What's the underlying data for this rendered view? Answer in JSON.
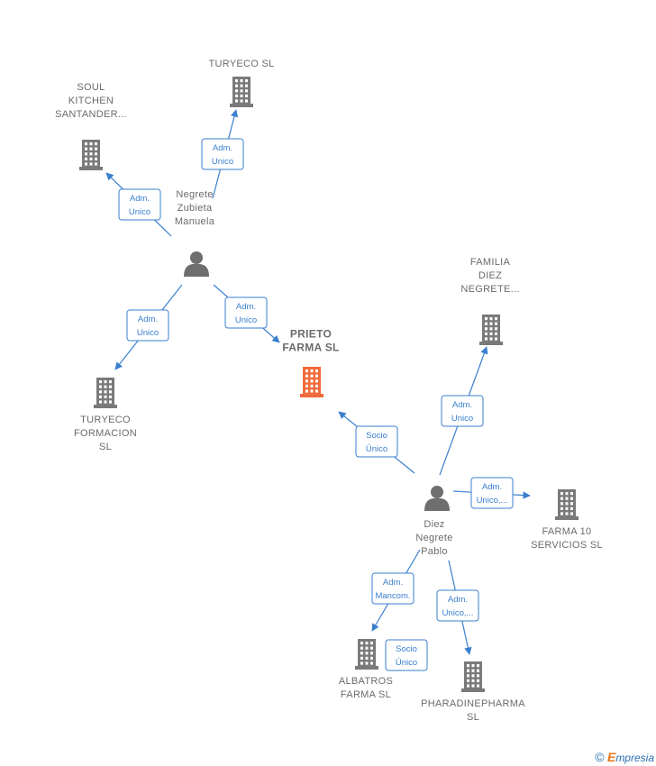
{
  "diagram": {
    "nodes": [
      {
        "id": "turyeco",
        "type": "company",
        "label": [
          "TURYECO SL"
        ],
        "main": false
      },
      {
        "id": "soul",
        "type": "company",
        "label": [
          "SOUL",
          "KITCHEN",
          "SANTANDER..."
        ],
        "main": false
      },
      {
        "id": "negrete",
        "type": "person",
        "label": [
          "Negrete",
          "Zubieta",
          "Manuela"
        ],
        "main": false
      },
      {
        "id": "turyeco_form",
        "type": "company",
        "label": [
          "TURYECO",
          "FORMACION",
          "SL"
        ],
        "main": false
      },
      {
        "id": "prieto",
        "type": "company",
        "label": [
          "PRIETO",
          "FARMA  SL"
        ],
        "main": true
      },
      {
        "id": "familia",
        "type": "company",
        "label": [
          "FAMILIA",
          "DIEZ",
          "NEGRETE..."
        ],
        "main": false
      },
      {
        "id": "diez",
        "type": "person",
        "label": [
          "Diez",
          "Negrete",
          "Pablo"
        ],
        "main": false
      },
      {
        "id": "farma10",
        "type": "company",
        "label": [
          "FARMA 10",
          "SERVICIOS  SL"
        ],
        "main": false
      },
      {
        "id": "albatros",
        "type": "company",
        "label": [
          "ALBATROS",
          "FARMA  SL"
        ],
        "main": false
      },
      {
        "id": "pharadine",
        "type": "company",
        "label": [
          "PHARADINEPHARMA",
          "SL"
        ],
        "main": false
      }
    ],
    "edges": [
      {
        "from": "negrete",
        "to": "turyeco",
        "label": [
          "Adm.",
          "Unico"
        ]
      },
      {
        "from": "negrete",
        "to": "soul",
        "label": [
          "Adm.",
          "Unico"
        ]
      },
      {
        "from": "negrete",
        "to": "turyeco_form",
        "label": [
          "Adm.",
          "Unico"
        ]
      },
      {
        "from": "negrete",
        "to": "prieto",
        "label": [
          "Adm.",
          "Unico"
        ]
      },
      {
        "from": "diez",
        "to": "prieto",
        "label": [
          "Socio",
          "Único"
        ]
      },
      {
        "from": "diez",
        "to": "familia",
        "label": [
          "Adm.",
          "Unico"
        ]
      },
      {
        "from": "diez",
        "to": "farma10",
        "label": [
          "Adm.",
          "Unico,..."
        ]
      },
      {
        "from": "diez",
        "to": "albatros",
        "label": [
          "Adm.",
          "Mancom."
        ]
      },
      {
        "from": "diez",
        "to": "pharadine",
        "label": [
          "Adm.",
          "Unico,..."
        ]
      },
      {
        "from": "diez",
        "to": "albatros",
        "label": [
          "Socio",
          "Único"
        ]
      }
    ],
    "colors": {
      "edge": "#3a7fcf",
      "company": "#7a7a7a",
      "main_company": "#f06a3a",
      "person": "#6e6e6e"
    }
  },
  "footer": {
    "copyright_symbol": "©",
    "brand_initial": "E",
    "brand_rest": "mpresia"
  }
}
